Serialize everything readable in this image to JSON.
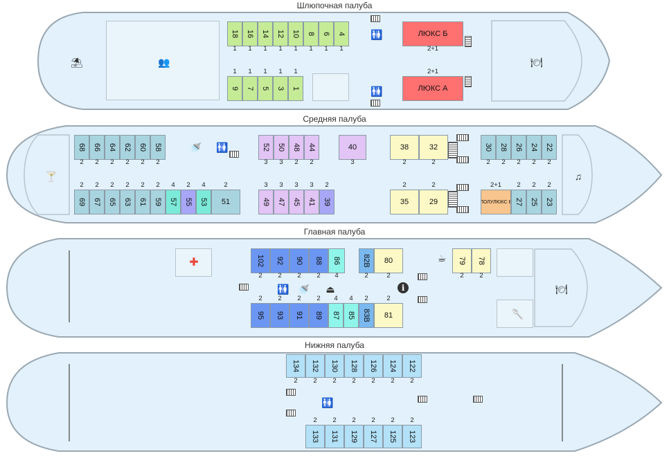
{
  "decks": {
    "boat": {
      "title": "Шлюпочная палуба"
    },
    "middle": {
      "title": "Средняя палуба"
    },
    "main": {
      "title": "Главная палуба"
    },
    "lower": {
      "title": "Нижняя палуба"
    }
  },
  "colors": {
    "hull_fill": "#e2f1fb",
    "hull_stroke": "#9aa8b2",
    "green": "#c5eb97",
    "red": "#ff7070",
    "teal": "#a8d4df",
    "lavender": "#e2c4f5",
    "pale_yellow": "#fdf9c6",
    "orange": "#f7c58d",
    "mint": "#7cead9",
    "periwinkle": "#a8a7f7",
    "royal_blue": "#6b96f2",
    "aqua": "#8ff5ea",
    "sky_blue": "#7ab8ef",
    "light_blue": "#b3e1f7"
  },
  "cabins": [
    {
      "id": "18",
      "deck": "boat",
      "color": "green",
      "vert": true,
      "cap": "1"
    },
    {
      "id": "16",
      "deck": "boat",
      "color": "green",
      "vert": true,
      "cap": "1"
    },
    {
      "id": "14",
      "deck": "boat",
      "color": "green",
      "vert": true,
      "cap": "1"
    },
    {
      "id": "12",
      "deck": "boat",
      "color": "green",
      "vert": true,
      "cap": "1"
    },
    {
      "id": "10",
      "deck": "boat",
      "color": "green",
      "vert": true,
      "cap": "1"
    },
    {
      "id": "8",
      "deck": "boat",
      "color": "green",
      "vert": true,
      "cap": "1"
    },
    {
      "id": "6",
      "deck": "boat",
      "color": "green",
      "vert": true,
      "cap": "1"
    },
    {
      "id": "4",
      "deck": "boat",
      "color": "green",
      "vert": true,
      "cap": "1"
    },
    {
      "id": "9",
      "deck": "boat",
      "color": "green",
      "vert": true,
      "cap": "1"
    },
    {
      "id": "7",
      "deck": "boat",
      "color": "green",
      "vert": true,
      "cap": "1"
    },
    {
      "id": "5",
      "deck": "boat",
      "color": "green",
      "vert": true,
      "cap": "1"
    },
    {
      "id": "3",
      "deck": "boat",
      "color": "green",
      "vert": true,
      "cap": "1"
    },
    {
      "id": "1",
      "deck": "boat",
      "color": "green",
      "vert": true,
      "cap": "1"
    },
    {
      "id": "ЛЮКС Б",
      "deck": "boat",
      "color": "red",
      "vert": false,
      "cap": "2+1"
    },
    {
      "id": "ЛЮКС А",
      "deck": "boat",
      "color": "red",
      "vert": false,
      "cap": "2+1"
    },
    {
      "id": "68",
      "deck": "middle",
      "color": "teal",
      "vert": true,
      "cap": "2"
    },
    {
      "id": "66",
      "deck": "middle",
      "color": "teal",
      "vert": true,
      "cap": "2"
    },
    {
      "id": "64",
      "deck": "middle",
      "color": "teal",
      "vert": true,
      "cap": "2"
    },
    {
      "id": "62",
      "deck": "middle",
      "color": "teal",
      "vert": true,
      "cap": "2"
    },
    {
      "id": "60",
      "deck": "middle",
      "color": "teal",
      "vert": true,
      "cap": "2"
    },
    {
      "id": "58",
      "deck": "middle",
      "color": "teal",
      "vert": true,
      "cap": "2"
    },
    {
      "id": "69",
      "deck": "middle",
      "color": "teal",
      "vert": true,
      "cap": "2"
    },
    {
      "id": "67",
      "deck": "middle",
      "color": "teal",
      "vert": true,
      "cap": "2"
    },
    {
      "id": "65",
      "deck": "middle",
      "color": "teal",
      "vert": true,
      "cap": "2"
    },
    {
      "id": "63",
      "deck": "middle",
      "color": "teal",
      "vert": true,
      "cap": "2"
    },
    {
      "id": "61",
      "deck": "middle",
      "color": "teal",
      "vert": true,
      "cap": "2"
    },
    {
      "id": "59",
      "deck": "middle",
      "color": "teal",
      "vert": true,
      "cap": "2"
    },
    {
      "id": "57",
      "deck": "middle",
      "color": "mint",
      "vert": true,
      "cap": "4"
    },
    {
      "id": "55",
      "deck": "middle",
      "color": "periwinkle",
      "vert": true,
      "cap": "2"
    },
    {
      "id": "53",
      "deck": "middle",
      "color": "mint",
      "vert": true,
      "cap": "4"
    },
    {
      "id": "51",
      "deck": "middle",
      "color": "teal",
      "vert": false,
      "cap": "2"
    },
    {
      "id": "52",
      "deck": "middle",
      "color": "lavender",
      "vert": true,
      "cap": "3"
    },
    {
      "id": "50",
      "deck": "middle",
      "color": "lavender",
      "vert": true,
      "cap": "3"
    },
    {
      "id": "48",
      "deck": "middle",
      "color": "lavender",
      "vert": true,
      "cap": "2"
    },
    {
      "id": "44",
      "deck": "middle",
      "color": "lavender",
      "vert": true,
      "cap": "2"
    },
    {
      "id": "40",
      "deck": "middle",
      "color": "lavender",
      "vert": false,
      "cap": "3"
    },
    {
      "id": "49",
      "deck": "middle",
      "color": "lavender",
      "vert": true,
      "cap": "3"
    },
    {
      "id": "47",
      "deck": "middle",
      "color": "lavender",
      "vert": true,
      "cap": "3"
    },
    {
      "id": "45",
      "deck": "middle",
      "color": "lavender",
      "vert": true,
      "cap": "3"
    },
    {
      "id": "41",
      "deck": "middle",
      "color": "lavender",
      "vert": true,
      "cap": "3"
    },
    {
      "id": "39",
      "deck": "middle",
      "color": "periwinkle",
      "vert": true,
      "cap": "2"
    },
    {
      "id": "38",
      "deck": "middle",
      "color": "pale_yellow",
      "vert": false,
      "cap": "2"
    },
    {
      "id": "32",
      "deck": "middle",
      "color": "pale_yellow",
      "vert": false,
      "cap": "2"
    },
    {
      "id": "35",
      "deck": "middle",
      "color": "pale_yellow",
      "vert": false,
      "cap": "2"
    },
    {
      "id": "29",
      "deck": "middle",
      "color": "pale_yellow",
      "vert": false,
      "cap": "2"
    },
    {
      "id": "30",
      "deck": "middle",
      "color": "teal",
      "vert": true,
      "cap": "2"
    },
    {
      "id": "28",
      "deck": "middle",
      "color": "teal",
      "vert": true,
      "cap": "2"
    },
    {
      "id": "26",
      "deck": "middle",
      "color": "teal",
      "vert": true,
      "cap": "2"
    },
    {
      "id": "24",
      "deck": "middle",
      "color": "teal",
      "vert": true,
      "cap": "2"
    },
    {
      "id": "22",
      "deck": "middle",
      "color": "teal",
      "vert": true,
      "cap": "2"
    },
    {
      "id": "ПОЛУЛЮКС В",
      "deck": "middle",
      "color": "orange",
      "vert": false,
      "cap": "2+1",
      "small": true
    },
    {
      "id": "27",
      "deck": "middle",
      "color": "teal",
      "vert": true,
      "cap": "2"
    },
    {
      "id": "25",
      "deck": "middle",
      "color": "teal",
      "vert": true,
      "cap": "2"
    },
    {
      "id": "23",
      "deck": "middle",
      "color": "teal",
      "vert": true,
      "cap": "2"
    },
    {
      "id": "102",
      "deck": "main",
      "color": "royal_blue",
      "vert": true,
      "cap": "2"
    },
    {
      "id": "92",
      "deck": "main",
      "color": "royal_blue",
      "vert": true,
      "cap": "2"
    },
    {
      "id": "90",
      "deck": "main",
      "color": "royal_blue",
      "vert": true,
      "cap": "2"
    },
    {
      "id": "88",
      "deck": "main",
      "color": "royal_blue",
      "vert": true,
      "cap": "2"
    },
    {
      "id": "86",
      "deck": "main",
      "color": "aqua",
      "vert": true,
      "cap": "4"
    },
    {
      "id": "82В",
      "deck": "main",
      "color": "sky_blue",
      "vert": true,
      "cap": "2"
    },
    {
      "id": "80",
      "deck": "main",
      "color": "pale_yellow",
      "vert": false,
      "cap": "2"
    },
    {
      "id": "79",
      "deck": "main",
      "color": "pale_yellow",
      "vert": true,
      "cap": "2"
    },
    {
      "id": "78",
      "deck": "main",
      "color": "pale_yellow",
      "vert": true,
      "cap": "2"
    },
    {
      "id": "95",
      "deck": "main",
      "color": "royal_blue",
      "vert": true,
      "cap": "2"
    },
    {
      "id": "93",
      "deck": "main",
      "color": "royal_blue",
      "vert": true,
      "cap": "2"
    },
    {
      "id": "91",
      "deck": "main",
      "color": "royal_blue",
      "vert": true,
      "cap": "2"
    },
    {
      "id": "89",
      "deck": "main",
      "color": "royal_blue",
      "vert": true,
      "cap": "2"
    },
    {
      "id": "87",
      "deck": "main",
      "color": "aqua",
      "vert": true,
      "cap": "4"
    },
    {
      "id": "85",
      "deck": "main",
      "color": "aqua",
      "vert": true,
      "cap": "4"
    },
    {
      "id": "83В",
      "deck": "main",
      "color": "sky_blue",
      "vert": true,
      "cap": "2"
    },
    {
      "id": "81",
      "deck": "main",
      "color": "pale_yellow",
      "vert": false,
      "cap": "2"
    },
    {
      "id": "134",
      "deck": "lower",
      "color": "light_blue",
      "vert": true,
      "cap": "2"
    },
    {
      "id": "132",
      "deck": "lower",
      "color": "light_blue",
      "vert": true,
      "cap": "2"
    },
    {
      "id": "130",
      "deck": "lower",
      "color": "light_blue",
      "vert": true,
      "cap": "2"
    },
    {
      "id": "128",
      "deck": "lower",
      "color": "light_blue",
      "vert": true,
      "cap": "2"
    },
    {
      "id": "126",
      "deck": "lower",
      "color": "light_blue",
      "vert": true,
      "cap": "2"
    },
    {
      "id": "124",
      "deck": "lower",
      "color": "light_blue",
      "vert": true,
      "cap": "2"
    },
    {
      "id": "122",
      "deck": "lower",
      "color": "light_blue",
      "vert": true,
      "cap": "2"
    },
    {
      "id": "133",
      "deck": "lower",
      "color": "light_blue",
      "vert": true,
      "cap": "2"
    },
    {
      "id": "131",
      "deck": "lower",
      "color": "light_blue",
      "vert": true,
      "cap": "2"
    },
    {
      "id": "129",
      "deck": "lower",
      "color": "light_blue",
      "vert": true,
      "cap": "2"
    },
    {
      "id": "127",
      "deck": "lower",
      "color": "light_blue",
      "vert": true,
      "cap": "2"
    },
    {
      "id": "125",
      "deck": "lower",
      "color": "light_blue",
      "vert": true,
      "cap": "2"
    },
    {
      "id": "123",
      "deck": "lower",
      "color": "light_blue",
      "vert": true,
      "cap": "2"
    }
  ],
  "icons": [
    {
      "name": "beach-umbrella-icon",
      "deck": "boat"
    },
    {
      "name": "conference-hall-icon",
      "deck": "boat"
    },
    {
      "name": "restaurant-icon",
      "deck": "boat"
    },
    {
      "name": "restroom-icon",
      "deck": "boat"
    },
    {
      "name": "restroom-icon",
      "deck": "boat"
    },
    {
      "name": "cocktail-bar-icon",
      "deck": "middle"
    },
    {
      "name": "shower-icon",
      "deck": "middle"
    },
    {
      "name": "restroom-icon",
      "deck": "middle"
    },
    {
      "name": "music-salon-icon",
      "deck": "middle"
    },
    {
      "name": "medical-cross-icon",
      "deck": "main"
    },
    {
      "name": "restroom-icon",
      "deck": "main"
    },
    {
      "name": "shower-icon",
      "deck": "main"
    },
    {
      "name": "iron-icon",
      "deck": "main"
    },
    {
      "name": "info-icon",
      "deck": "main"
    },
    {
      "name": "coffee-bar-icon",
      "deck": "main"
    },
    {
      "name": "restaurant-icon",
      "deck": "main"
    },
    {
      "name": "soup-ladle-icon",
      "deck": "main"
    },
    {
      "name": "restroom-icon",
      "deck": "lower"
    }
  ]
}
